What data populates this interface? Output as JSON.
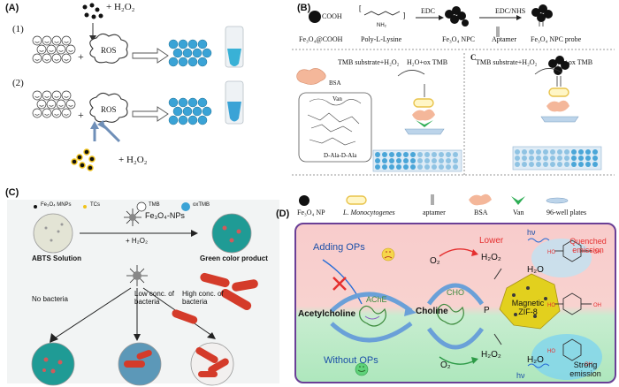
{
  "panelA": {
    "label": "(A)",
    "h2o2_top": "+ H₂O₂",
    "row1_num": "(1)",
    "row2_num": "(2)",
    "ros1": "ROS",
    "ros2": "ROS",
    "h2o2_bottom": "+ H₂O₂",
    "plus1": "+",
    "plus2": "+"
  },
  "panelB": {
    "label": "(B)",
    "label_c": "C",
    "cooh": "COOH",
    "reagent_fe3o4_cooh": "Fe₃O₄@COOH",
    "reagent_pll": "Poly-L-Lysine",
    "step_edc": "EDC",
    "step_edc_nhs": "EDC/NHS",
    "npc1": "Fe₃O₄ NPC",
    "aptamer": "Aptamer",
    "npc_probe": "Fe₃O₄ NPC  probe",
    "tmb_left": "TMB substrate+H₂O₂",
    "ox_left": "H₂O+ox TMB",
    "tmb_right": "TMB substrate+H₂O₂",
    "ox_right": "H₂O+ox TMB",
    "bsa": "BSA",
    "van": "Van",
    "dala": "D-Ala-D-Ala",
    "legend": [
      "Fe₃O₄ NP",
      "L. Monocytogenes",
      "aptamer",
      "BSA",
      "Van",
      "96-well plates"
    ]
  },
  "panelC": {
    "label": "(C)",
    "legend": [
      "Fe₃O₄ MNPs",
      "TCs",
      "TMB",
      "oxTMB"
    ],
    "abts": "ABTS Solution",
    "fe3o4_nps": "Fe₃O₄-NPs",
    "h2o2": "+ H₂O₂",
    "green_product": "Green color product",
    "no_bacteria": "No bacteria",
    "low_conc": "Low conc. of bacteria",
    "high_conc": "High conc. of bacteria"
  },
  "panelD": {
    "label": "(D)",
    "adding_ops": "Adding OPs",
    "without_ops": "Without OPs",
    "acetylcholine": "Acetylcholine",
    "ache": "AChE",
    "choline": "Choline",
    "cho": "CHO",
    "p": "P",
    "o2_top": "O₂",
    "o2_bottom": "O₂",
    "lower": "Lower",
    "h2o2_top": "H₂O₂",
    "h2o2_bottom": "H₂O₂",
    "h2o_top": "H₂O",
    "h2o_bottom": "H₂O",
    "zif": "Magnetic ZIF-8",
    "hv_top": "hν",
    "hv_bottom": "hν",
    "quenched": "Quenched emission",
    "strong": "Strong emission"
  }
}
